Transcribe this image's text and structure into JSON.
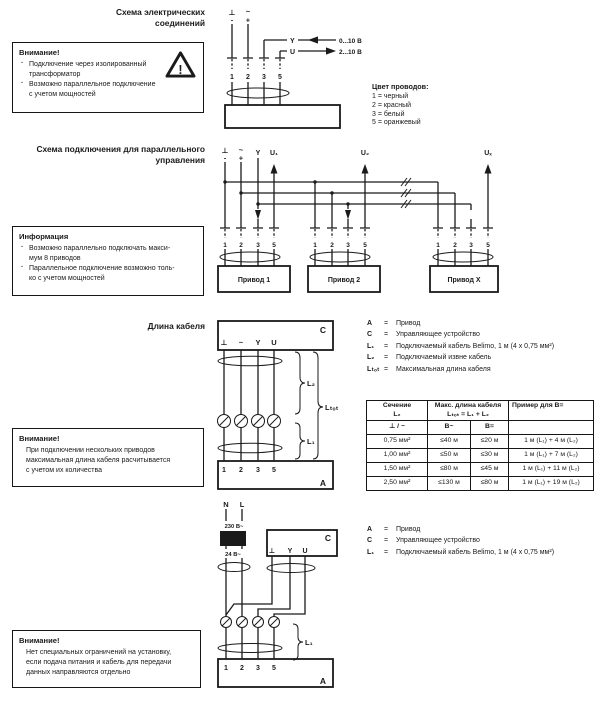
{
  "page": {
    "background": "#ffffff",
    "text_color": "#1a1a1a"
  },
  "s1": {
    "title": "Схема электрических\nсоединений",
    "warning": {
      "title": "Внимание!",
      "bullet": "·",
      "triangle_mark": "!",
      "items": [
        "Подключение через изолированный\nтрансформатор",
        "Возможно параллельное подключение\nс учетом мощностей"
      ]
    },
    "diagram": {
      "gnd": "⊥",
      "minus": "-",
      "ac": "~",
      "plus": "+",
      "y": "Y",
      "u": "U",
      "y_range": "0...10 В",
      "u_range": "2...10 В",
      "t1": "1",
      "t2": "2",
      "t3": "3",
      "t5": "5"
    },
    "wire_colors": {
      "title": "Цвет проводов:",
      "items": [
        "1 = черный",
        "2 = красный",
        "3 = белый",
        "5 = оранжевый"
      ]
    }
  },
  "s2": {
    "title": "Схема подключения для параллельного\nуправления",
    "info": {
      "title": "Информация",
      "bullet": "·",
      "items": [
        "Возможно параллельно подключать макси-\nмум 8 приводов",
        "Параллельное подключение возможно толь-\nко с учетом мощностей"
      ]
    },
    "diagram": {
      "gnd": "⊥",
      "minus": "-",
      "ac": "~",
      "plus": "+",
      "y": "Y",
      "u1": "U₁",
      "u2": "U₂",
      "ux": "Uₓ",
      "t1": "1",
      "t2": "2",
      "t3": "3",
      "t5": "5",
      "actuator1": "Привод 1",
      "actuator2": "Привод 2",
      "actuatorx": "Привод X"
    }
  },
  "s3": {
    "title": "Длина кабеля",
    "warning": {
      "title": "Внимание!",
      "text": "При подключении нескольких приводов\nмаксимальная длина кабеля расчитывается\nс учетом их количества"
    },
    "diagram": {
      "c": "C",
      "a": "A",
      "gnd": "⊥",
      "ac": "~",
      "y": "Y",
      "u": "U",
      "t1": "1",
      "t2": "2",
      "t3": "3",
      "t5": "5",
      "l1": "L₁",
      "l2": "L₂",
      "ltot": "Lₜₒₜ"
    },
    "legend": [
      [
        "A",
        "Привод"
      ],
      [
        "C",
        "Управляющее устройство"
      ],
      [
        "L₁",
        "Подключаемый кабель Belimo, 1 м (4 x 0,75 мм²)"
      ],
      [
        "L₂",
        "Подключаемый извне кабель"
      ],
      [
        "Lₜₒₜ",
        "Максимальная длина кабеля"
      ]
    ],
    "table": {
      "col1_h1": "Сечение\nL₂",
      "col1_h2": "⊥ / ~",
      "col23_h1": "Макс. длина кабеля\nLₜₒₜ = L₁ + L₂",
      "col2_h2": "В~",
      "col3_h2": "В=",
      "col4_h1": "Пример для В=",
      "col4_h2": "",
      "rows": [
        {
          "section": "0,75 мм²",
          "ac": "≤40 м",
          "dc": "≤20 м",
          "example": "1 м (L₁) + 4 м (L₂)"
        },
        {
          "section": "1,00 мм²",
          "ac": "≤50 м",
          "dc": "≤30 м",
          "example": "1 м (L₁) + 7 м (L₂)"
        },
        {
          "section": "1,50 мм²",
          "ac": "≤80 м",
          "dc": "≤45 м",
          "example": "1 м (L₁) + 11 м (L₂)"
        },
        {
          "section": "2,50 мм²",
          "ac": "≤130 м",
          "dc": "≤80 м",
          "example": "1 м (L₁) + 19 м (L₂)"
        }
      ]
    }
  },
  "s4": {
    "warning": {
      "title": "Внимание!",
      "text": "Нет специальных ограничений на установку,\nесли подача питания и кабель для передачи\nданных направляются отдельно"
    },
    "diagram": {
      "n": "N",
      "l": "L",
      "v230": "230 В~",
      "v24": "24 В~",
      "c": "C",
      "a": "A",
      "gnd": "⊥",
      "y": "Y",
      "u": "U",
      "t1": "1",
      "t2": "2",
      "t3": "3",
      "t5": "5",
      "l1": "L₁"
    },
    "legend": [
      [
        "A",
        "Привод"
      ],
      [
        "C",
        "Управляющее устройство"
      ],
      [
        "L₁",
        "Подключаемый кабель Belimo, 1 м (4 x 0,75 мм²)"
      ]
    ]
  }
}
